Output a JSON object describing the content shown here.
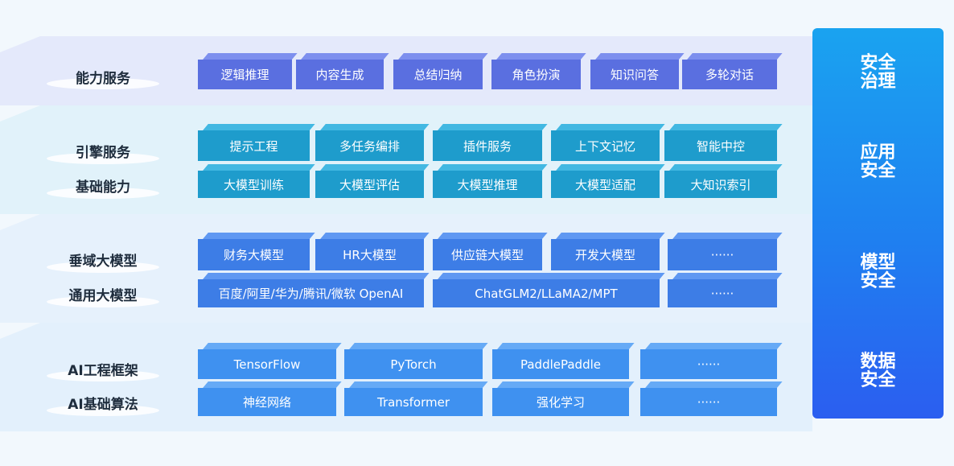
{
  "layers": {
    "capability": "能力服务",
    "engine": "引擎服务",
    "foundation": "基础能力",
    "vertical": "垂域大模型",
    "general": "通用大模型",
    "ai_framework": "AI工程框架",
    "ai_algorithm": "AI基础算法"
  },
  "capability_boxes": [
    "逻辑推理",
    "内容生成",
    "总结归纳",
    "角色扮演",
    "知识问答",
    "多轮对话"
  ],
  "engine_boxes": [
    "提示工程",
    "多任务编排",
    "插件服务",
    "上下文记忆",
    "智能中控"
  ],
  "foundation_boxes": [
    "大模型训练",
    "大模型评估",
    "大模型推理",
    "大模型适配",
    "大知识索引"
  ],
  "vertical_boxes": [
    "财务大模型",
    "HR大模型",
    "供应链大模型",
    "开发大模型",
    "······"
  ],
  "general_boxes": [
    "百度/阿里/华为/腾讯/微软 OpenAI",
    "ChatGLM2/LLaMA2/MPT",
    "······"
  ],
  "framework_boxes": [
    "TensorFlow",
    "PyTorch",
    "PaddlePaddle",
    "······"
  ],
  "algorithm_boxes": [
    "神经网络",
    "Transformer",
    "强化学习",
    "······"
  ],
  "security": {
    "governance": [
      "安全",
      "治理"
    ],
    "application": [
      "应用",
      "安全"
    ],
    "model": [
      "模型",
      "安全"
    ],
    "data": [
      "数据",
      "安全"
    ]
  },
  "colors": {
    "capability": "#5a6fe0",
    "engine": "#1e9ccc",
    "model": "#3d7de6",
    "ai": "#3f91f0",
    "panel_top": "#1aa3f0",
    "panel_bottom": "#2b5ef0"
  }
}
